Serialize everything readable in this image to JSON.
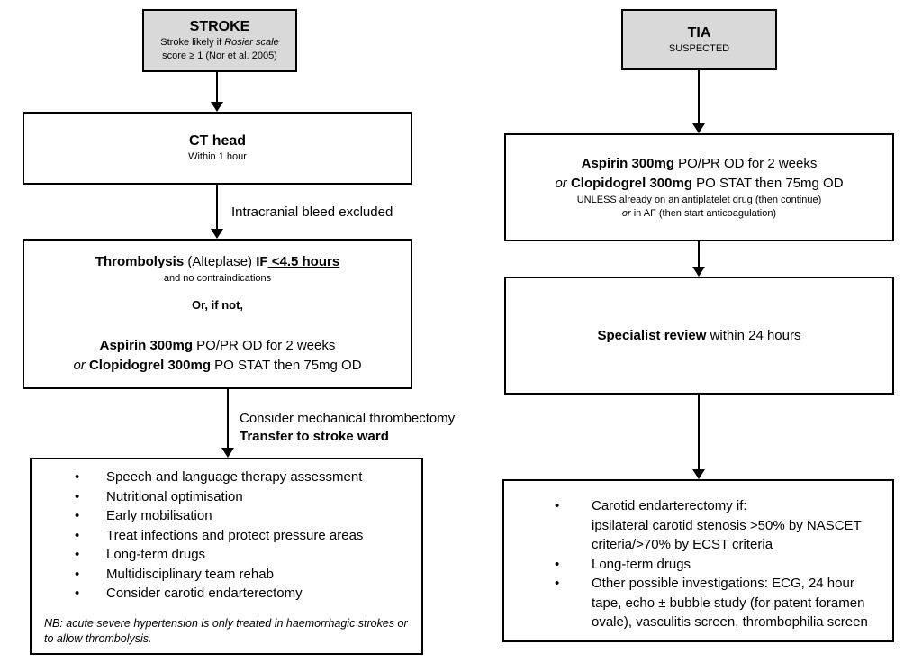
{
  "colors": {
    "background": "#ffffff",
    "header_box_bg": "#d9d9d9",
    "line": "#000000"
  },
  "left_pathway": {
    "stroke_box": {
      "title": "STROKE",
      "subtitle_prefix": "Stroke likely if ",
      "subtitle_italic": "Rosier scale",
      "subtitle_line2": "score ≥ 1 (Nor et al. 2005)"
    },
    "ct_box": {
      "title": "CT head",
      "subtitle": "Within 1 hour"
    },
    "arrow1_label": "Intracranial bleed excluded",
    "thrombolysis_box": {
      "line1_bold1": "Thrombolysis",
      "line1_normal": " (Alteplase) ",
      "line1_bold2": "IF",
      "line1_underlined": " <4.5 hours",
      "line2": "and no contraindications",
      "line3": "Or, if not,",
      "aspirin_bold": "Aspirin 300mg",
      "aspirin_rest": " PO/PR OD for 2 weeks",
      "clopidogrel_italic": "or ",
      "clopidogrel_bold": "Clopidogrel 300mg",
      "clopidogrel_rest": " PO STAT then 75mg OD"
    },
    "arrow2_label_line1": "Consider mechanical thrombectomy",
    "arrow2_label_line2": "Transfer to stroke ward",
    "rehab_box": {
      "items": [
        "Speech and language therapy assessment",
        "Nutritional optimisation",
        "Early mobilisation",
        "Treat infections and protect pressure areas",
        "Long-term drugs",
        "Multidisciplinary team rehab",
        "Consider carotid endarterectomy"
      ],
      "note": "NB: acute severe hypertension is only treated in haemorrhagic strokes or to allow thrombolysis."
    }
  },
  "right_pathway": {
    "tia_box": {
      "title": "TIA",
      "subtitle": "SUSPECTED"
    },
    "antiplatelet_box": {
      "aspirin_bold": "Aspirin 300mg",
      "aspirin_rest": " PO/PR OD for 2 weeks",
      "clopidogrel_italic": "or ",
      "clopidogrel_bold": "Clopidogrel 300mg",
      "clopidogrel_rest": " PO STAT then 75mg OD",
      "unless_line1": "UNLESS already on an antiplatelet drug (then continue)",
      "unless_line2_italic": "or",
      "unless_line2_rest": " in AF (then start anticoagulation)"
    },
    "specialist_box": {
      "bold": "Specialist review",
      "rest": " within 24 hours"
    },
    "followup_box": {
      "items": [
        "Carotid endarterectomy if:\nipsilateral carotid stenosis >50% by NASCET\ncriteria/>70% by ECST criteria",
        "Long-term drugs",
        "Other possible investigations: ECG, 24 hour\ntape, echo ± bubble study (for patent foramen\novale), vasculitis screen, thrombophilia screen"
      ]
    }
  }
}
